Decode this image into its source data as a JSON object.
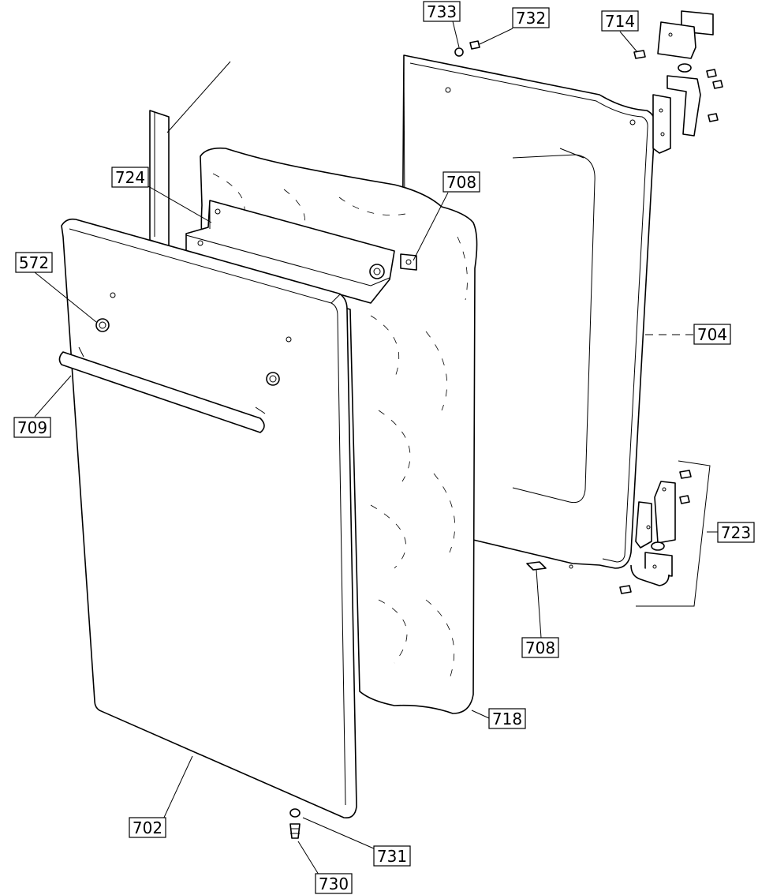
{
  "diagram": {
    "callouts": [
      {
        "id": "c733",
        "label": "733"
      },
      {
        "id": "c732",
        "label": "732"
      },
      {
        "id": "c714",
        "label": "714"
      },
      {
        "id": "c724",
        "label": "724"
      },
      {
        "id": "c708a",
        "label": "708"
      },
      {
        "id": "c572",
        "label": "572"
      },
      {
        "id": "c704",
        "label": "704"
      },
      {
        "id": "c709",
        "label": "709"
      },
      {
        "id": "c723",
        "label": "723"
      },
      {
        "id": "c708b",
        "label": "708"
      },
      {
        "id": "c718",
        "label": "718"
      },
      {
        "id": "c702",
        "label": "702"
      },
      {
        "id": "c731",
        "label": "731"
      },
      {
        "id": "c730",
        "label": "730"
      }
    ]
  }
}
